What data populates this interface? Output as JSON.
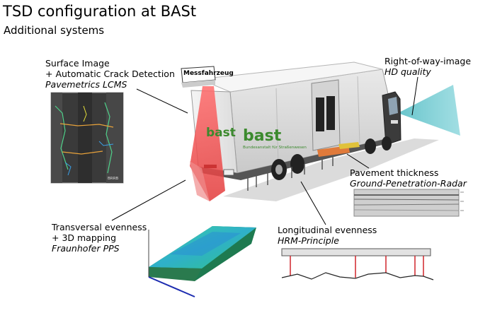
{
  "title": "TSD configuration at BASt",
  "subtitle": "Additional systems",
  "labels": {
    "surface": {
      "line1": "Surface Image",
      "line2": "+  Automatic Crack Detection",
      "line3": "Pavemetrics LCMS"
    },
    "row": {
      "line1": "Right-of-way-image",
      "line2": "HD quality"
    },
    "gpr": {
      "line1": "Pavement thickness",
      "line2": "Ground-Penetration-Radar"
    },
    "transversal": {
      "line1": "Transversal evenness",
      "line2": "+ 3D mapping",
      "line3": "Fraunhofer PPS"
    },
    "longitudinal": {
      "line1": "Longitudinal evenness",
      "line2": "HRM-Principle"
    }
  },
  "truck_text": {
    "sign": "Messfahrzeug",
    "brand_side": "bast",
    "brand_rear": "bast",
    "org_name": "Bundesanstalt für Straßenwesen"
  },
  "image_credit": "BRRB",
  "colors": {
    "laser_red": "#e23b3b",
    "camera_beam": "#5fc1c8",
    "brand_green": "#3c8a2e",
    "gpr_orange": "#e07a3a",
    "hrm_red": "#d0242a"
  }
}
